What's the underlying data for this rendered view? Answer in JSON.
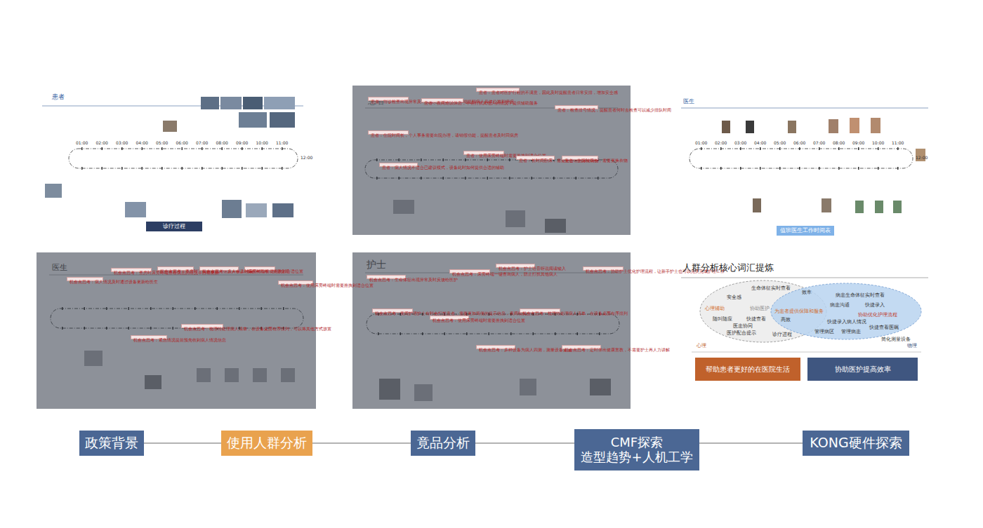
{
  "diagram": {
    "nodes": [
      {
        "text": [
          "患者"
        ]
      },
      {
        "text": [
          "诊疗过程"
        ],
        "in": 0
      },
      {
        "text": [
          "患者"
        ]
      },
      {
        "text": [
          "患者：待诊检查出现异常及时反馈给医护，并在床端提醒病人具体位置和情况"
        ],
        "in": 2
      },
      {
        "text": [
          "患者：住院时间长，个人事务需要出院办理，请销假功能，提醒患者及时回病房"
        ],
        "in": 2
      },
      {
        "text": [
          "患者：夜间难以休息，不在打扰其他人的情况下提供辅助服务"
        ],
        "in": 2
      },
      {
        "text": [
          "患者：患者对医护行程的不满意，因此及时提醒患者日常安排，增加安全感"
        ],
        "in": 2
      },
      {
        "text": [
          "患者：检查排号情况，提醒患者何时去检查可以减少排队时间"
        ],
        "in": 2
      },
      {
        "text": [
          "患者：病人情况不适合已建议模式，设备此时如何提供合适的辅助"
        ],
        "in": 2
      },
      {
        "text": [
          "患者：使用床旁终端时需要推拽到适合位置"
        ],
        "in": 2
      },
      {
        "text": [
          "患者：长时间卧床，需要更合理的床架调整"
        ],
        "in": 2
      },
      {
        "text": [
          "患者：住院时间长，需要更换衣物"
        ],
        "in": 2
      },
      {
        "text": [
          "医生"
        ]
      },
      {
        "text": [
          "值班医生工作时间表"
        ],
        "in": 12
      },
      {
        "text": [
          "医生"
        ]
      },
      {
        "text": [
          "机会点思考：病人情况及时通过设备更新给医生"
        ],
        "in": 14
      },
      {
        "text": [
          "机会点思考：查房时床旁终端查看病患的情况，自动更新"
        ],
        "in": 14
      },
      {
        "text": [
          "机会点思考：查房时直接查看病人信息并录入医嘱"
        ],
        "in": 14
      },
      {
        "text": [
          "机会点思考：快捷交班"
        ],
        "in": 14
      },
      {
        "text": [
          "机会点思考：多人会诊时床旁终端需要推拽到合适位置"
        ],
        "in": 14
      },
      {
        "text": [
          "机会点思考：使用床旁终端时需要推拽到适合位置"
        ],
        "in": 14
      },
      {
        "text": [
          "机会点思考：紧急情况提前预先收到病人情况信息"
        ],
        "in": 14
      },
      {
        "text": [
          "机会点思考：梳理待处理病人清单，在设备桌面有序排列，可以将其他方式放置"
        ],
        "in": 14
      },
      {
        "text": [
          "护士"
        ]
      },
      {
        "text": [
          "机会点思考：生命体征出现异常及时反馈给医护"
        ],
        "in": 23
      },
      {
        "text": [
          "机会点思考：夜间护理护士有时会打扰患者，需要更加简便的提示信息，夜间模式"
        ],
        "in": 23
      },
      {
        "text": [
          "机会点思考：床旁终端一键查询病人，防止打扰其他病人"
        ],
        "in": 23
      },
      {
        "text": [
          "机会点思考：护士语音听说阅读输入"
        ],
        "in": 23
      },
      {
        "text": [
          "机会点思考：使用床旁终端时需要推拽到适合位置"
        ],
        "in": 23
      },
      {
        "text": [
          "机会点思考：梳理待处理病人清单，在设备桌面有序排列"
        ],
        "in": 23
      },
      {
        "text": [
          "机会点思考：协助护士优化护理流程，让新手护士也可以完美完成护理工作"
        ],
        "in": 23
      },
      {
        "text": [
          "机会点思考：多种设备为病人四测，测量设备集成"
        ],
        "in": 23
      },
      {
        "text": [
          "机会点思考：定时弹出健康宣教，不需要护士再人力讲解"
        ],
        "in": 23
      },
      {
        "text": [
          "人群分析核心词汇提炼"
        ]
      },
      {
        "text": [
          "生命体征实时查看",
          "安全感",
          "协助医护",
          "心理辅助",
          "快捷查看",
          "随叫随应",
          "医患协同",
          "医护配合提示",
          "诊疗进程"
        ],
        "in": 33
      },
      {
        "text": [
          "效率",
          "病患生命体征实时查看",
          "病患沟通",
          "快捷录入",
          "协助优化护理流程",
          "快捷录入病人情况",
          "快捷查看医嘱",
          "管理病区",
          "管理病患"
        ],
        "in": 33
      },
      {
        "text": [
          "帮助患者更好的在医院生活"
        ],
        "in": 33
      },
      {
        "text": [
          "协助医护提高效率"
        ],
        "in": 33
      },
      {
        "text": [
          "政策背景"
        ]
      },
      {
        "text": [
          "使用人群分析"
        ]
      },
      {
        "text": [
          "竟品分析"
        ]
      },
      {
        "text": [
          "CMF探索",
          "造型趋势+人机工学"
        ]
      },
      {
        "text": [
          "KONG硬件探索"
        ]
      }
    ],
    "edges": [
      {
        "from": 38,
        "to": 39,
        "arrow": "none"
      },
      {
        "from": 39,
        "to": 40,
        "arrow": "none"
      },
      {
        "from": 40,
        "to": 41,
        "arrow": "none"
      },
      {
        "from": 41,
        "to": 42,
        "arrow": "none"
      }
    ],
    "labels": [
      "心理",
      "物理",
      "为患者提供保障和服务",
      "高效",
      "简化测量设备",
      "01:00",
      "02:00",
      "03:00",
      "04:00",
      "05:00",
      "06:00",
      "07:00",
      "08:00",
      "09:00",
      "10:00",
      "11:00",
      "12:00",
      "01:00",
      "02:00",
      "03:00",
      "04:00",
      "05:00",
      "06:00",
      "07:00",
      "08:00",
      "09:00",
      "10:00",
      "11:00",
      "12:00"
    ]
  }
}
